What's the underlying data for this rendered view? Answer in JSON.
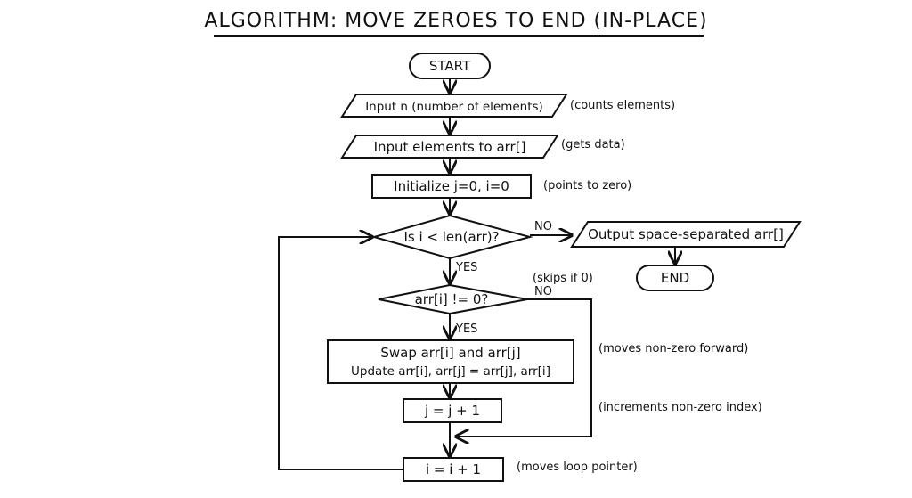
{
  "title": "ALGORITHM: MOVE ZEROES TO END (IN-PLACE)",
  "nodes": {
    "start": "START",
    "input_n": "Input n (number of elements)",
    "input_arr": "Input elements to arr[]",
    "init": "Initialize j=0, i=0",
    "loop_cond": "Is i < len(arr)?",
    "check": "arr[i] != 0?",
    "swap_line1": "Swap arr[i] and arr[j]",
    "swap_line2": "Update arr[i], arr[j] = arr[j], arr[i]",
    "inc_j": "j = j + 1",
    "inc_i": "i = i + 1",
    "output": "Output space-separated arr[]",
    "end": "END"
  },
  "annotations": {
    "counts": "(counts elements)",
    "gets": "(gets data)",
    "points": "(points to zero)",
    "skips": "(skips if 0)",
    "moves_nonzero": "(moves non-zero forward)",
    "increments": "(increments non-zero index)",
    "moves_loop": "(moves loop pointer)"
  },
  "edge_labels": {
    "loop_no": "NO",
    "loop_yes": "YES",
    "check_no": "NO",
    "check_yes": "YES"
  }
}
